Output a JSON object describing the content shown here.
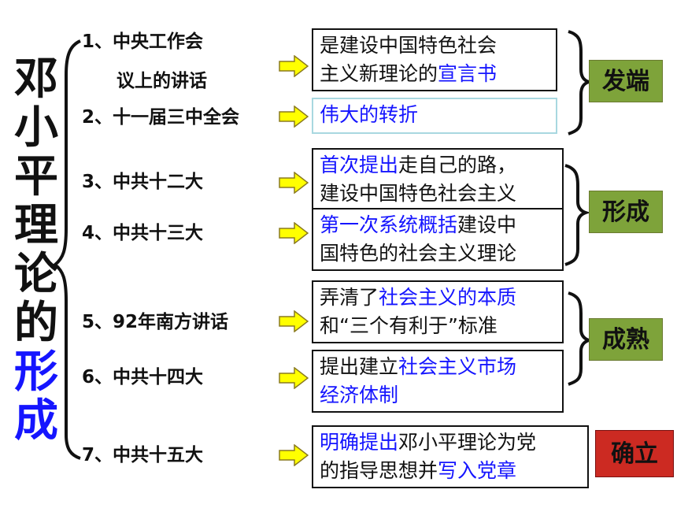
{
  "title": {
    "chars_dark": [
      "邓",
      "小",
      "平",
      "理",
      "论",
      "的"
    ],
    "chars_blue": [
      "形",
      "成"
    ]
  },
  "events": [
    {
      "line1": "1、中央工作会",
      "line2": "议上的讲话"
    },
    {
      "line1": "2、十一届三中全会"
    },
    {
      "line1": "3、中共十二大"
    },
    {
      "line1": "4、中共十三大"
    },
    {
      "line1": "5、92年南方讲话"
    },
    {
      "line1": "6、中共十四大"
    },
    {
      "line1": "7、中共十五大"
    }
  ],
  "boxes": [
    {
      "segments": [
        {
          "text": "是建设中国特色社会"
        },
        {
          "text": "\n"
        },
        {
          "text": "主义新理论的"
        },
        {
          "text": "宣言书",
          "hl": true
        }
      ]
    },
    {
      "segments": [
        {
          "text": "伟大的转折",
          "hl": true
        }
      ]
    },
    {
      "segments": [
        {
          "text": "首次提出",
          "hl": true
        },
        {
          "text": "走自己的路，"
        },
        {
          "text": "\n"
        },
        {
          "text": "建设中国特色社会主义"
        }
      ]
    },
    {
      "segments": [
        {
          "text": "第一次系统概括",
          "hl": true
        },
        {
          "text": "建设中"
        },
        {
          "text": "\n"
        },
        {
          "text": "国特色的社会主义理论"
        }
      ]
    },
    {
      "segments": [
        {
          "text": "弄清了"
        },
        {
          "text": "社会主义的本质",
          "hl": true
        },
        {
          "text": "\n"
        },
        {
          "text": "和“三个有利于”标准"
        }
      ]
    },
    {
      "segments": [
        {
          "text": "提出建立"
        },
        {
          "text": "社会主义市场",
          "hl": true
        },
        {
          "text": "\n"
        },
        {
          "text": "经济体制",
          "hl": true
        }
      ]
    },
    {
      "segments": [
        {
          "text": "明确提出",
          "hl": true
        },
        {
          "text": "邓小平理论为党"
        },
        {
          "text": "\n"
        },
        {
          "text": "的指导思想并"
        },
        {
          "text": "写入党章",
          "hl": true
        }
      ]
    }
  ],
  "stages": [
    {
      "label": "发端"
    },
    {
      "label": "形成"
    },
    {
      "label": "成熟"
    },
    {
      "label": "确立"
    }
  ],
  "colors": {
    "highlight": "#1515ff",
    "stage_green": "#7ea33a",
    "stage_red": "#cc2a22",
    "arrow_fill": "#ffff00",
    "arrow_stroke": "#8a7a20"
  }
}
